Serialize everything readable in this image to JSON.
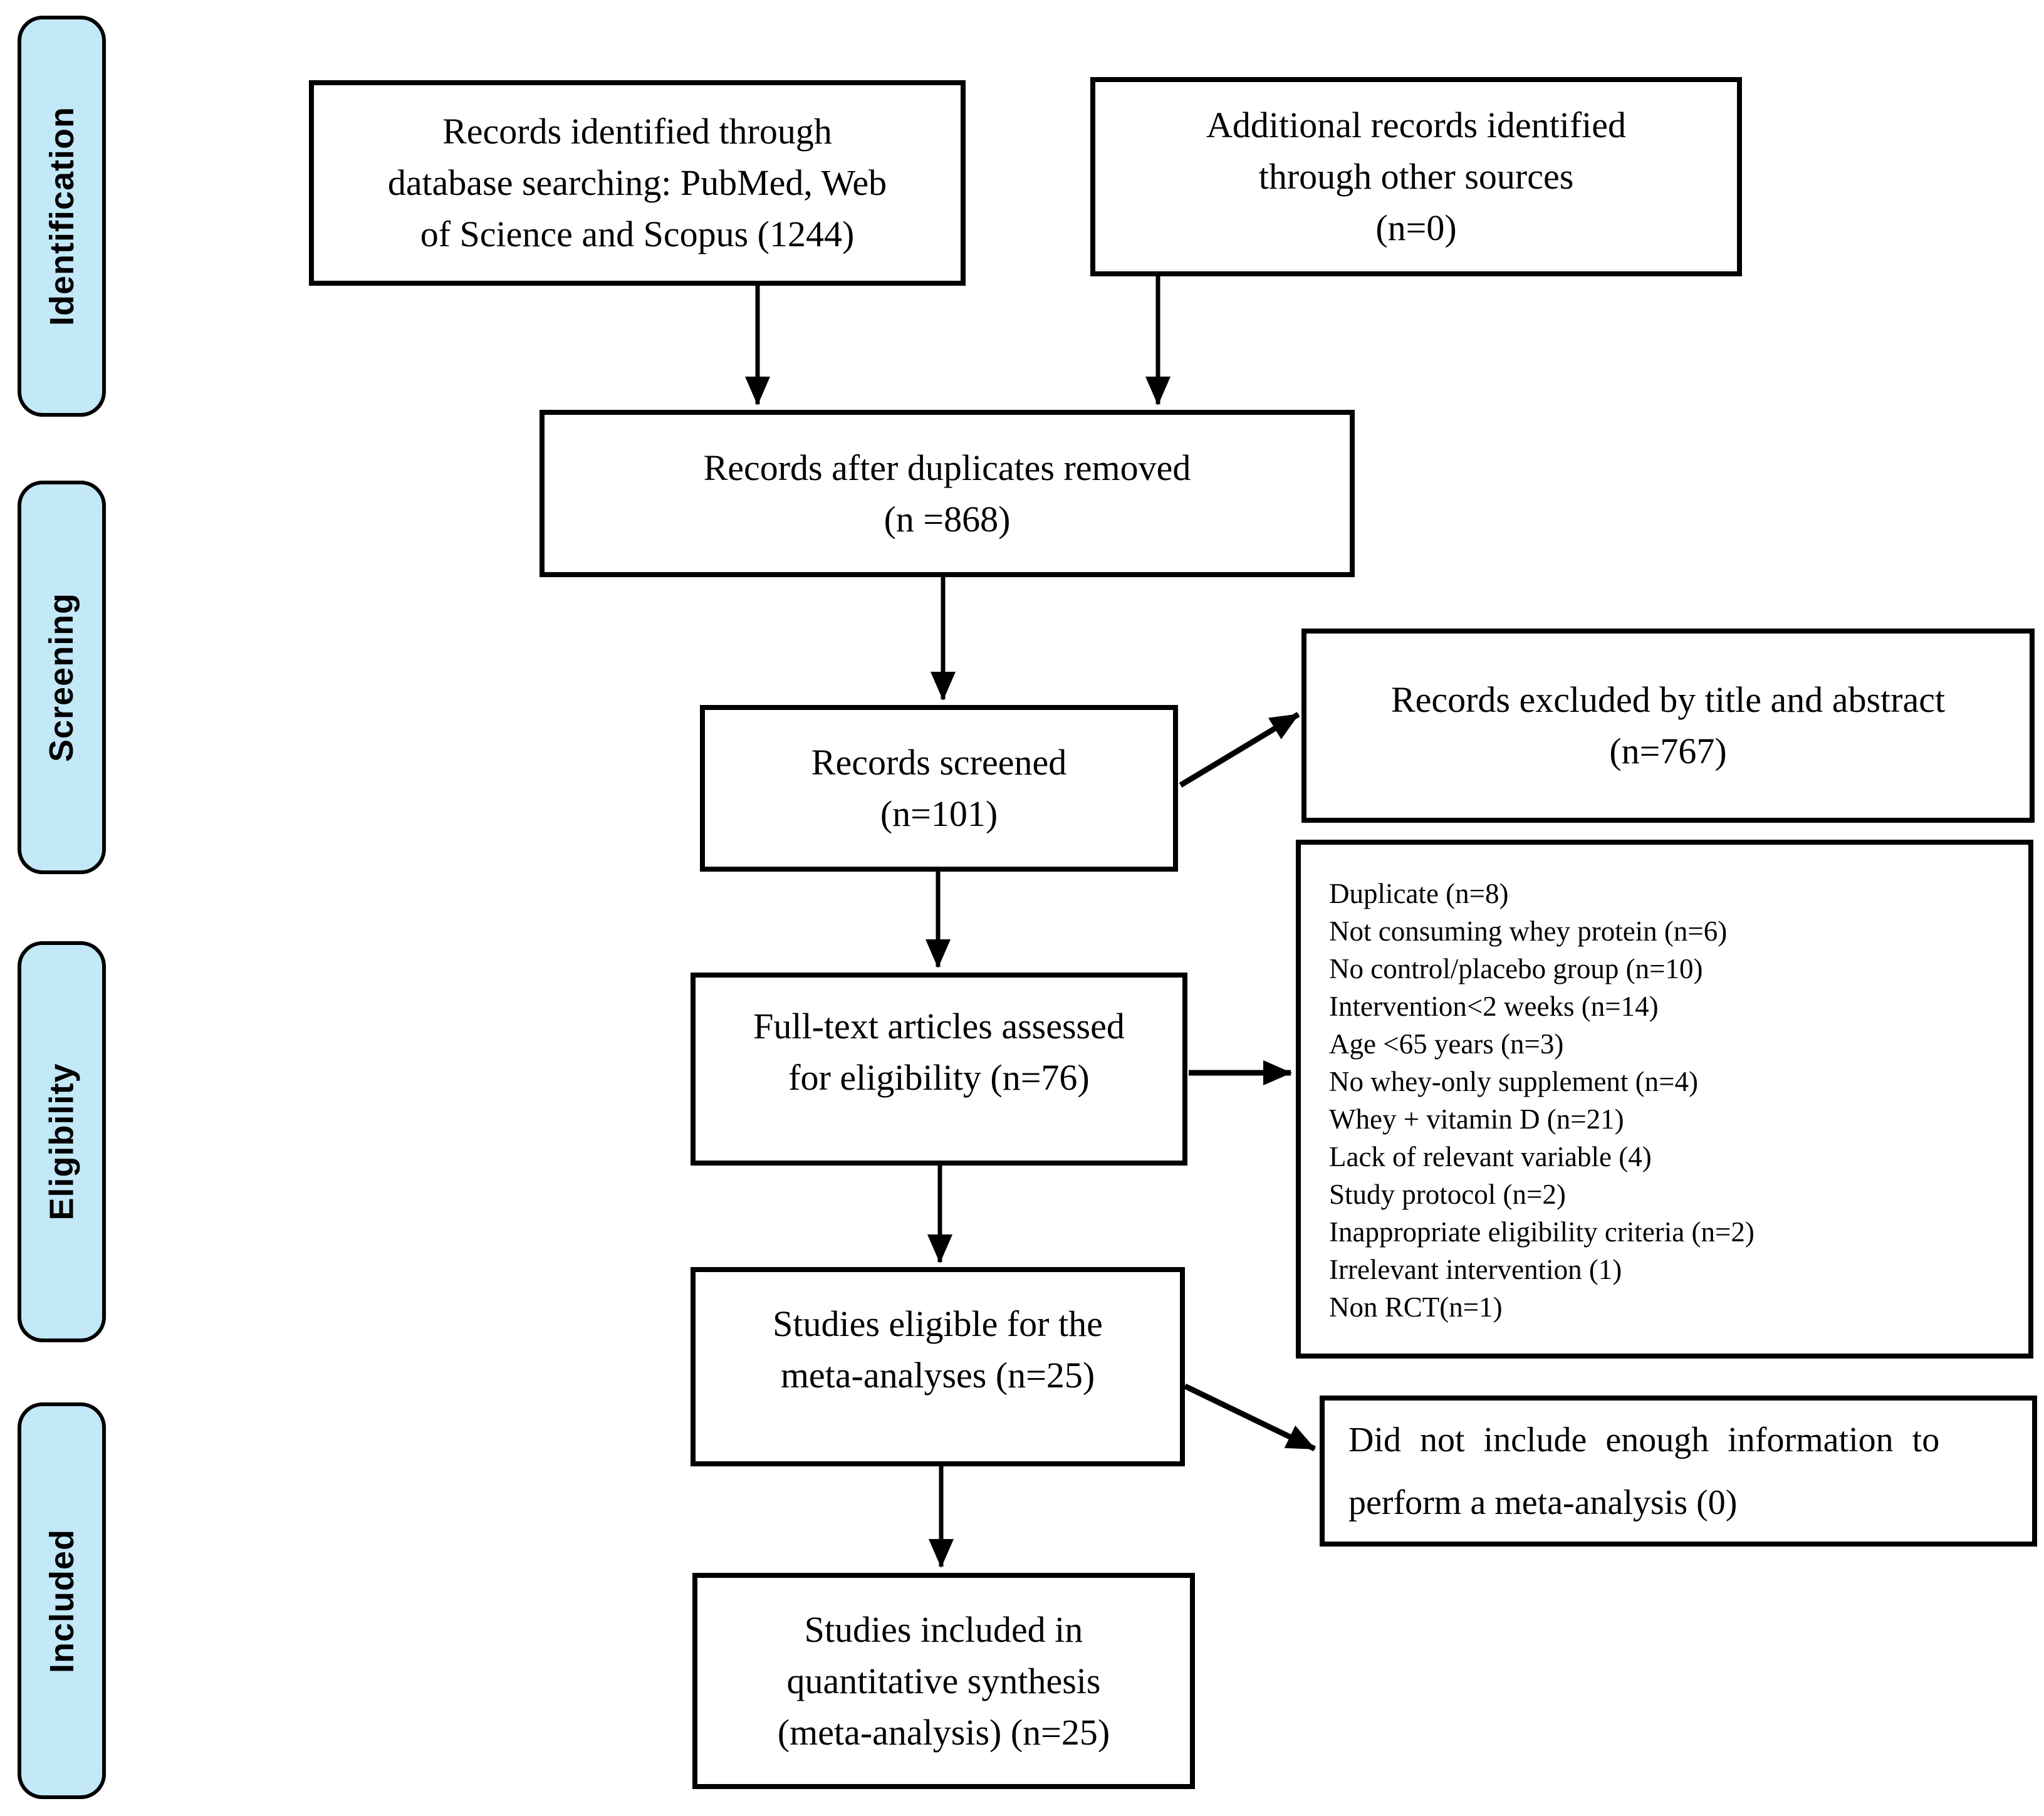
{
  "colors": {
    "stage_fill": "#c3e8f8",
    "line": "#000000",
    "box_background": "#ffffff"
  },
  "stages": [
    {
      "label": "Identification"
    },
    {
      "label": "Screening"
    },
    {
      "label": "Eligibility"
    },
    {
      "label": "Included"
    }
  ],
  "boxes": {
    "identified": {
      "lines": [
        "Records identified through",
        "database searching: PubMed, Web",
        "of Science and Scopus (1244)"
      ]
    },
    "additional": {
      "lines": [
        "Additional records identified",
        "through other sources",
        "(n=0)"
      ]
    },
    "dedup": {
      "lines": [
        "Records after duplicates removed",
        "(n =868)"
      ]
    },
    "screened": {
      "lines": [
        "Records screened",
        "(n=101)"
      ]
    },
    "excluded": {
      "lines": [
        "Records excluded by title and abstract",
        "(n=767)"
      ]
    },
    "fulltext": {
      "lines": [
        "Full-text articles assessed",
        "for eligibility (n=76)"
      ]
    },
    "reasons": {
      "items": [
        "Duplicate (n=8)",
        "Not consuming whey protein (n=6)",
        "No control/placebo group (n=10)",
        "Intervention<2 weeks (n=14)",
        "Age <65 years (n=3)",
        "No whey-only supplement (n=4)",
        "Whey + vitamin D (n=21)",
        "Lack of relevant variable (4)",
        "Study protocol (n=2)",
        "Inappropriate eligibility criteria (n=2)",
        "Irrelevant intervention (1)",
        "Non RCT(n=1)"
      ]
    },
    "eligible": {
      "lines": [
        "Studies eligible for the",
        "meta-analyses (n=25)"
      ]
    },
    "noinfo": {
      "lines": [
        "Did not include enough information to",
        "perform a meta-analysis (0)"
      ]
    },
    "included": {
      "lines": [
        "Studies included in",
        "quantitative synthesis",
        "(meta-analysis) (n=25)"
      ]
    }
  }
}
